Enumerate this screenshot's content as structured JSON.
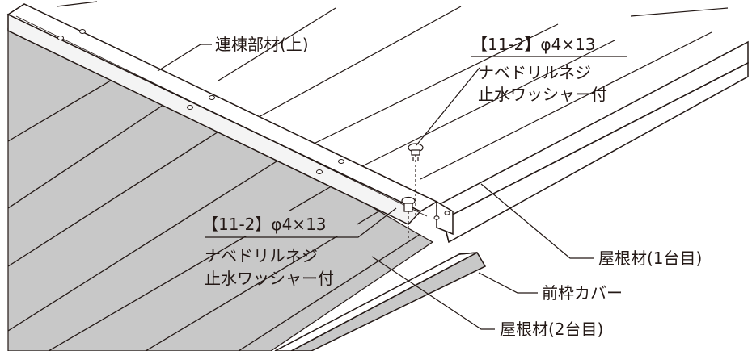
{
  "labels": {
    "joint_upper": "連棟部材(上)",
    "screw_code_1": "【11-2】φ4×13",
    "screw_desc_1a": "ナベドリルネジ",
    "screw_desc_1b": "止水ワッシャー付",
    "screw_code_2": "【11-2】φ4×13",
    "screw_desc_2a": "ナベドリルネジ",
    "screw_desc_2b": "止水ワッシャー付",
    "roof_1": "屋根材(1台目)",
    "front_cover": "前枠カバー",
    "roof_2": "屋根材(2台目)"
  },
  "colors": {
    "line": "#231815",
    "panel_gray": "#c8c8c8",
    "panel_edge": "#9a9a9a",
    "metal_light": "#f4f4f4"
  }
}
